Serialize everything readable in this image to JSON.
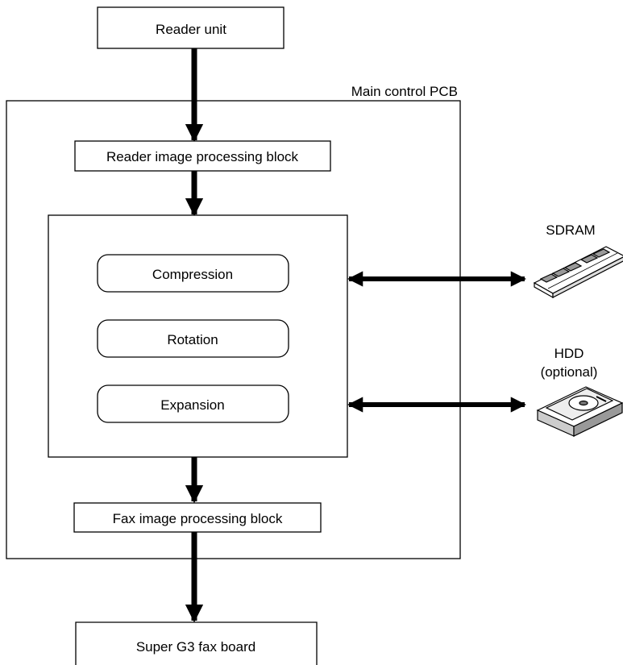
{
  "diagram": {
    "reader_unit": "Reader unit",
    "main_pcb_label": "Main control PCB",
    "reader_processing": "Reader image processing block",
    "compression": "Compression",
    "rotation": "Rotation",
    "expansion": "Expansion",
    "fax_processing": "Fax image processing block",
    "fax_board": "Super G3 fax board",
    "sdram_label": "SDRAM",
    "hdd_label_1": "HDD",
    "hdd_label_2": "(optional)",
    "sdram_icon": "memory-module-icon",
    "hdd_icon": "hard-disk-drive-icon"
  }
}
